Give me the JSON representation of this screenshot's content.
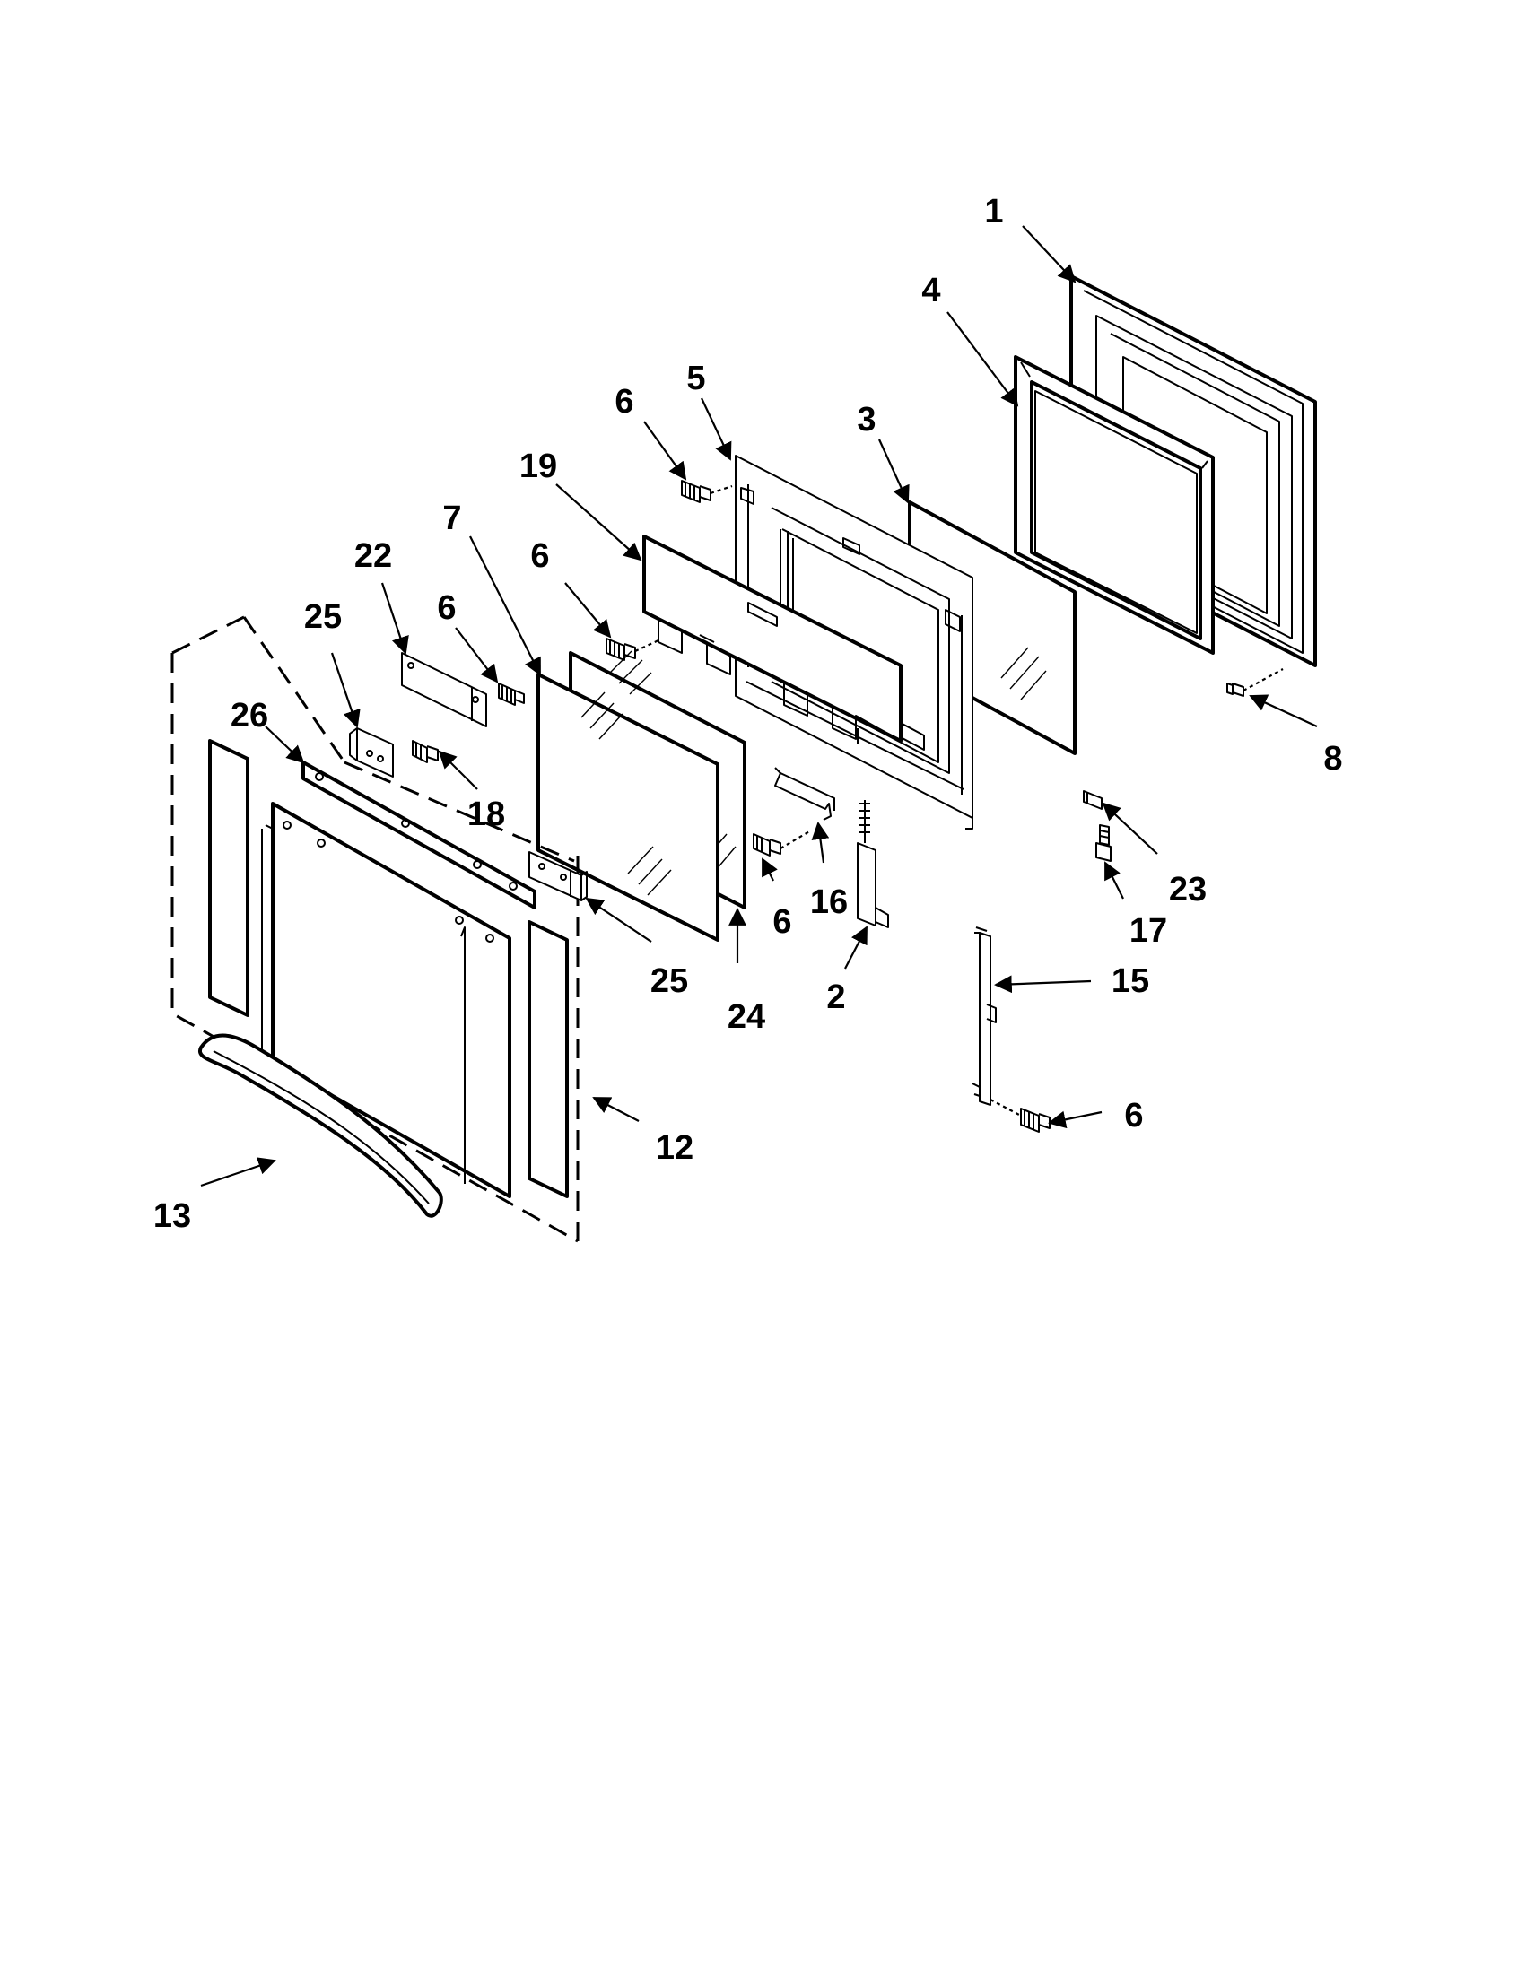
{
  "diagram": {
    "type": "exploded-parts-view",
    "callouts": [
      "1",
      "2",
      "3",
      "4",
      "5",
      "6",
      "7",
      "8",
      "12",
      "13",
      "15",
      "16",
      "17",
      "18",
      "19",
      "22",
      "23",
      "24",
      "25",
      "26"
    ]
  },
  "labels": {
    "part_1": "1",
    "part_4": "4",
    "part_5": "5",
    "part_6_top": "6",
    "part_3": "3",
    "part_19": "19",
    "part_7": "7",
    "part_6_mid": "6",
    "part_22": "22",
    "part_6_left": "6",
    "part_25_top": "25",
    "part_26": "26",
    "part_18": "18",
    "part_8": "8",
    "part_23": "23",
    "part_17": "17",
    "part_6_bracket": "6",
    "part_16": "16",
    "part_2": "2",
    "part_25_bottom": "25",
    "part_24": "24",
    "part_15": "15",
    "part_6_right": "6",
    "part_12": "12",
    "part_13": "13"
  }
}
